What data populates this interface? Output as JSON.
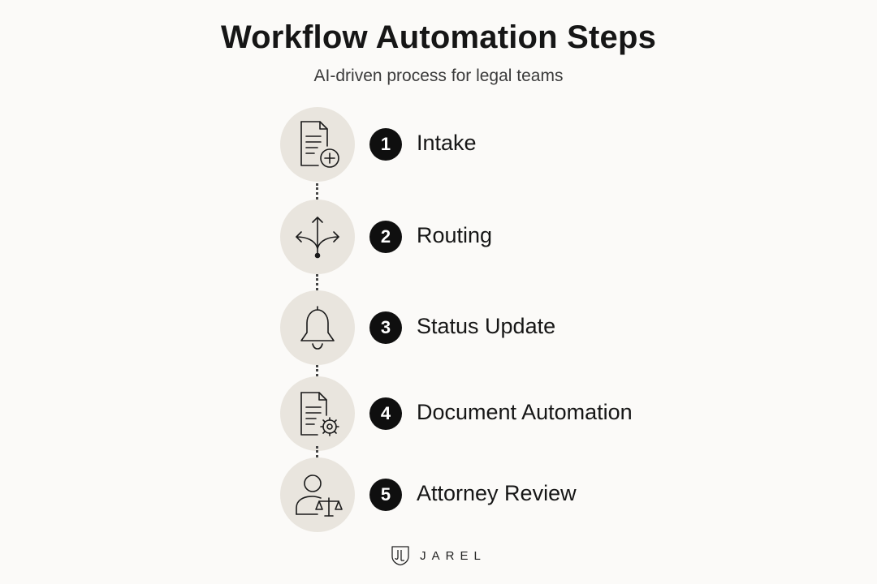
{
  "header": {
    "title": "Workflow Automation Steps",
    "subtitle": "AI-driven process for legal teams"
  },
  "steps": [
    {
      "number": "1",
      "label": "Intake",
      "icon": "document-plus-icon"
    },
    {
      "number": "2",
      "label": "Routing",
      "icon": "branching-arrows-icon"
    },
    {
      "number": "3",
      "label": "Status Update",
      "icon": "bell-icon"
    },
    {
      "number": "4",
      "label": "Document Automation",
      "icon": "document-gear-icon"
    },
    {
      "number": "5",
      "label": "Attorney Review",
      "icon": "attorney-scales-icon"
    }
  ],
  "footer": {
    "brand": "JAREL",
    "logo_icon": "jarel-shield-logo"
  },
  "colors": {
    "background": "#FBFAF8",
    "icon_circle": "#E9E5DE",
    "badge": "#0F0F0F",
    "text": "#161616"
  }
}
